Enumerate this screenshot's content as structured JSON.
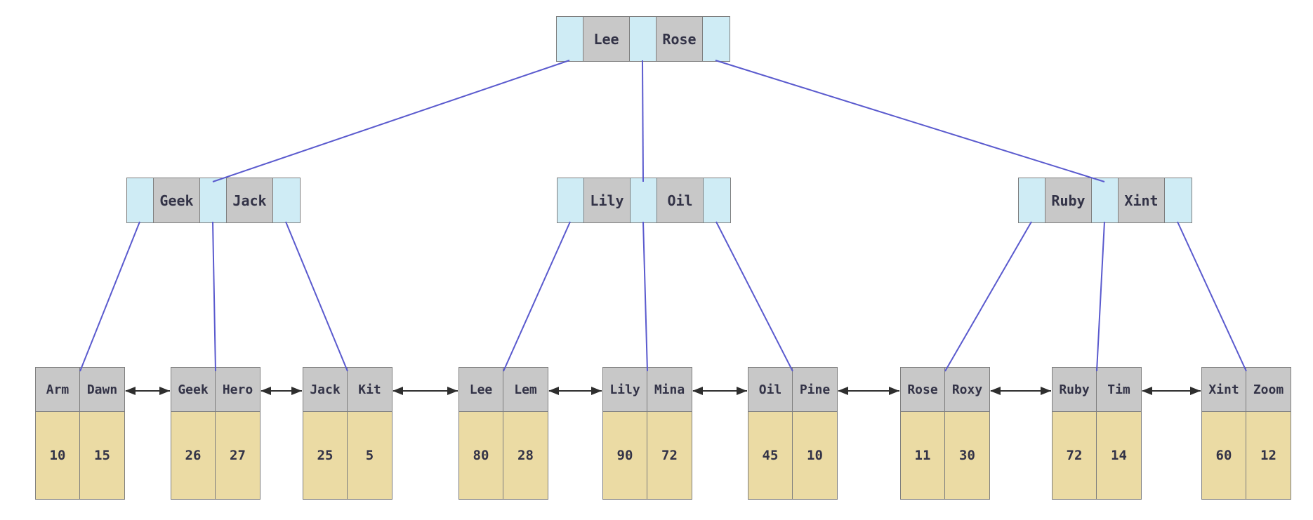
{
  "diagram": {
    "type": "bplus-tree",
    "root": {
      "keys": [
        "Lee",
        "Rose"
      ]
    },
    "internal_nodes": [
      {
        "keys": [
          "Geek",
          "Jack"
        ]
      },
      {
        "keys": [
          "Lily",
          "Oil"
        ]
      },
      {
        "keys": [
          "Ruby",
          "Xint"
        ]
      }
    ],
    "leaf_nodes": [
      {
        "keys": [
          "Arm",
          "Dawn"
        ],
        "values": [
          "10",
          "15"
        ]
      },
      {
        "keys": [
          "Geek",
          "Hero"
        ],
        "values": [
          "26",
          "27"
        ]
      },
      {
        "keys": [
          "Jack",
          "Kit"
        ],
        "values": [
          "25",
          "5"
        ]
      },
      {
        "keys": [
          "Lee",
          "Lem"
        ],
        "values": [
          "80",
          "28"
        ]
      },
      {
        "keys": [
          "Lily",
          "Mina"
        ],
        "values": [
          "90",
          "72"
        ]
      },
      {
        "keys": [
          "Oil",
          "Pine"
        ],
        "values": [
          "45",
          "10"
        ]
      },
      {
        "keys": [
          "Rose",
          "Roxy"
        ],
        "values": [
          "11",
          "30"
        ]
      },
      {
        "keys": [
          "Ruby",
          "Tim"
        ],
        "values": [
          "72",
          "14"
        ]
      },
      {
        "keys": [
          "Xint",
          "Zoom"
        ],
        "values": [
          "60",
          "12"
        ]
      }
    ],
    "colors": {
      "pointer_cell": "#cfecf5",
      "key_cell": "#c8c8c8",
      "value_cell": "#ebdba4",
      "edge": "#5a5ace",
      "arrow": "#2e2e2e"
    }
  }
}
